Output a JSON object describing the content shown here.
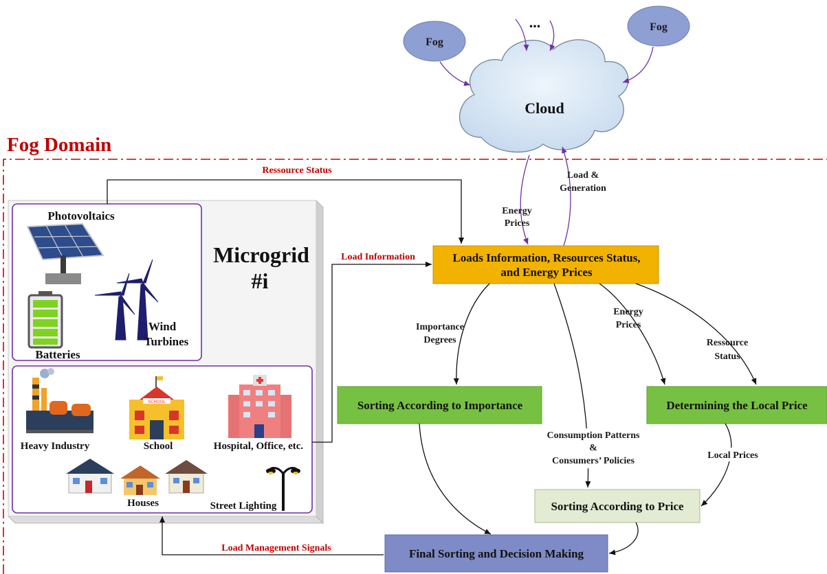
{
  "top": {
    "fog_left": "Fog",
    "fog_right": "Fog",
    "ellipsis": "...",
    "cloud": "Cloud"
  },
  "domain_title": "Fog Domain",
  "links": {
    "resource_status": "Ressource Status",
    "load_information": "Load Information",
    "load_management": "Load Management Signals"
  },
  "cloud_links": {
    "energy_prices_1": "Energy",
    "energy_prices_2": "Prices",
    "load_gen_1": "Load &",
    "load_gen_2": "Generation"
  },
  "microgrid": {
    "title_1": "Microgrid",
    "title_2": "#i",
    "sources": {
      "photovoltaics": "Photovoltaics",
      "batteries": "Batteries",
      "wind_1": "Wind",
      "wind_2": "Turbines"
    },
    "loads": {
      "industry": "Heavy Industry",
      "school": "School",
      "school_sign": "SCHOOL",
      "hospital": "Hospital, Office, etc.",
      "houses": "Houses",
      "street": "Street Lighting"
    }
  },
  "boxes": {
    "info_1": "Loads Information, Resources Status,",
    "info_2": "and Energy Prices",
    "importance": "Sorting According to Importance",
    "local_price": "Determining the Local Price",
    "price": "Sorting According to Price",
    "final": "Final Sorting and Decision Making"
  },
  "edges": {
    "importance_1": "Importance",
    "importance_2": "Degrees",
    "energy_1": "Energy",
    "energy_2": "Prices",
    "resource_1": "Ressource",
    "resource_2": "Status",
    "consumption_1": "Consumption Patterns",
    "consumption_2": "&",
    "consumption_3": "Consumers’ Policies",
    "local_prices": "Local Prices"
  },
  "colors": {
    "fog": "#8e9fd4",
    "cloud": "#d6e6f5",
    "info_box": "#f2b200",
    "green_box": "#77c142",
    "light_green_box": "#e3ebd3",
    "final_box": "#7f8bc6",
    "red_text": "#c00000",
    "purple": "#7030a0"
  }
}
